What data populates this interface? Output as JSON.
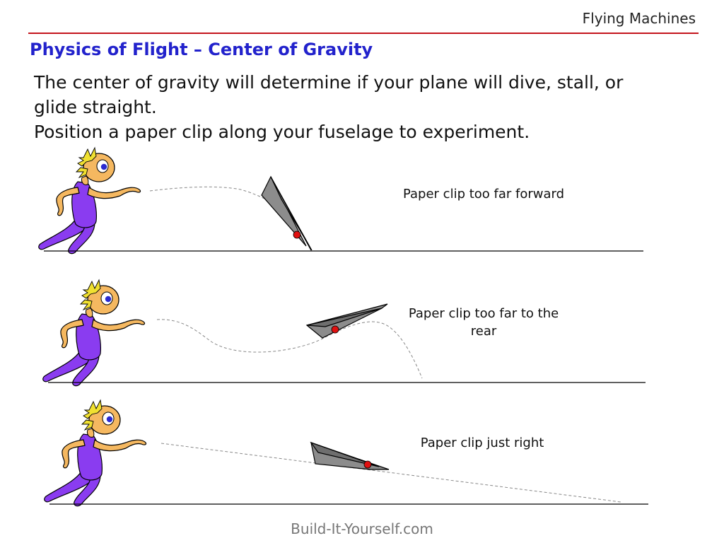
{
  "header": {
    "section": "Flying Machines"
  },
  "slide": {
    "title": "Physics of Flight – Center of Gravity",
    "body_lines": [
      "The center of gravity will determine if your plane will dive, stall, or glide straight.",
      "Position a paper clip along your fuselage to experiment."
    ]
  },
  "scenes": [
    {
      "caption": "Paper clip too far forward"
    },
    {
      "caption": "Paper clip too far to the rear"
    },
    {
      "caption": "Paper clip just right"
    }
  ],
  "footer": {
    "text": "Build-It-Yourself.com"
  },
  "colors": {
    "title": "#2222cc",
    "rule": "#c4141c",
    "person_body": "#8a3cf0",
    "person_skin": "#f5b860",
    "hair": "#f0e030",
    "plane": "#8c8c8c",
    "clip": "#e01010",
    "pupil": "#2a2ad0"
  }
}
